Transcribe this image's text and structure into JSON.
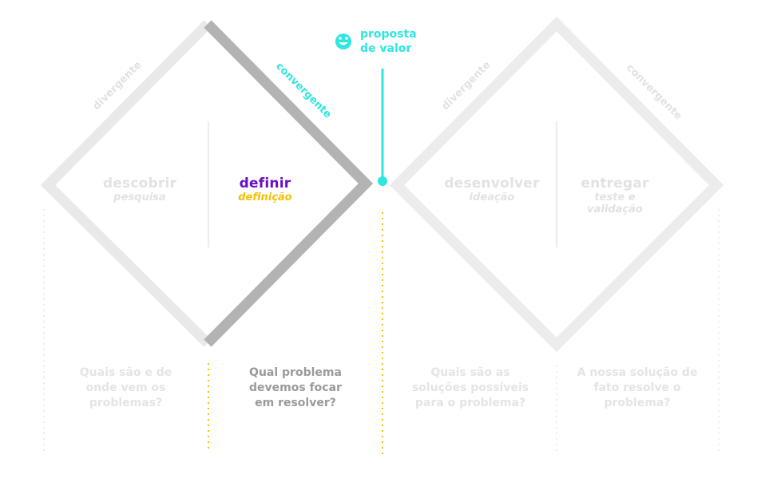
{
  "value_proposition": {
    "line1": "proposta",
    "line2": "de valor",
    "icon": "smiley-icon",
    "color": "#2ee6e0"
  },
  "colors": {
    "faded": "#e8e8e8",
    "faded_text": "#e2e2e2",
    "active_edge": "#b3b3b3",
    "active_title": "#6a0dc5",
    "active_sub": "#f5c000",
    "question_active": "#9a9a9a",
    "dotted_active": "#f5c000",
    "dotted_faded": "#ebebeb",
    "cyan": "#2ee6e0"
  },
  "diamond_left": {
    "diverge_label": "divergente",
    "converge_label": "convergente",
    "discover": {
      "title": "descobrir",
      "subtitle": "pesquisa"
    },
    "define": {
      "title": "definir",
      "subtitle": "definição"
    }
  },
  "diamond_right": {
    "diverge_label": "divergente",
    "converge_label": "convergente",
    "develop": {
      "title": "desenvolver",
      "subtitle": "ideação"
    },
    "deliver": {
      "title": "entregar",
      "subtitle_line1": "teste e",
      "subtitle_line2": "validação"
    }
  },
  "questions": {
    "discover": "Quais são e de onde vem os problemas?",
    "define": "Qual problema devemos focar em resolver?",
    "develop": "Quais são as soluções possíveis para o problema?",
    "deliver": "A nossa solução de fato resolve o problema?"
  }
}
